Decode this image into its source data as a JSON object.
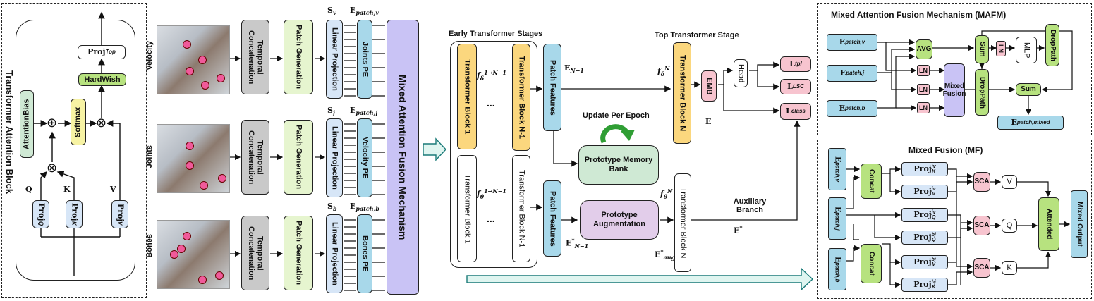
{
  "tab": {
    "title": "Transformer Attention Block",
    "attention_bias": "AttentionBias",
    "softmax": "Softmax",
    "hardwish": "HardWish",
    "proj_top": "Proj",
    "proj_top_sub": "Top",
    "q": "Q",
    "k": "K",
    "v": "V",
    "proj_q": "Proj",
    "proj_q_sub": "Q",
    "proj_k": "Proj",
    "proj_k_sub": "K",
    "proj_v": "Proj",
    "proj_v_sub": "V",
    "plus": "⊕",
    "times": "⊗"
  },
  "streams": [
    {
      "label": "Velocity",
      "s": "S",
      "s_sub": "v",
      "e": "E",
      "e_sub": "patch,v",
      "pe": "Joints PE"
    },
    {
      "label": "Joints",
      "s": "S",
      "s_sub": "j",
      "e": "E",
      "e_sub": "patch,j",
      "pe": "Velocity PE"
    },
    {
      "label": "Bones",
      "s": "S",
      "s_sub": "b",
      "e": "E",
      "e_sub": "patch,b",
      "pe": "Bones PE"
    }
  ],
  "stream_blocks": {
    "temporal": "Temporal Concatenation",
    "patch": "Patch Generation",
    "linear": "Linear Projection"
  },
  "mafm_big": "Mixed Attention Fusion Mechanism",
  "early": {
    "title": "Early Transformer Stages",
    "block1": "Transformer Block 1",
    "blockN1": "Transformer Block N-1",
    "dots": "...",
    "f_delta": "f",
    "f_delta_sub": "δ",
    "f_delta_sup": "1→N−1",
    "f_theta": "f",
    "f_theta_sub": "θ",
    "f_theta_sup": "1→N−1"
  },
  "mid": {
    "patch_features": "Patch Features",
    "e_n1": "E",
    "e_n1_sub": "N−1",
    "e_n1_star": "E",
    "e_n1_star_sup": "*",
    "e_n1_star_sub": "N−1",
    "update": "Update Per Epoch",
    "memory_bank": "Prototype Memory Bank",
    "augmentation": "Prototype Augmentation",
    "top_stage": "Top Transformer Stage",
    "block_n": "Transformer Block N",
    "f_delta_n": "f",
    "f_delta_n_sub": "δ",
    "f_delta_n_sup": "N",
    "f_theta_n": "f",
    "f_theta_n_sub": "θ",
    "f_theta_n_sup": "N",
    "emb": "EMB",
    "head": "Head",
    "e": "E",
    "e_aug": "E",
    "e_aug_sup": "*",
    "e_aug_sub": "aug",
    "aux": "Auxiliary Branch",
    "e_star": "E",
    "e_star_sup": "*",
    "l_tpl": "L",
    "l_tpl_sub": "tpl",
    "l_lsc": "L",
    "l_lsc_sub": "LSC",
    "l_class": "L",
    "l_class_sub": "class"
  },
  "mafm": {
    "title": "Mixed Attention Fusion Mechanism (MAFM)",
    "ev": "E",
    "ev_sub": "patch,v",
    "ej": "E",
    "ej_sub": "patch,j",
    "eb": "E",
    "eb_sub": "patch,b",
    "avg": "AVG",
    "sum1": "Sum",
    "ln": "LN",
    "mlp": "MLP",
    "droppath": "DropPath",
    "mixed_fusion": "Mixed Fusion",
    "droppath2": "DropPath",
    "sum2": "Sum",
    "mixed_out": "E",
    "mixed_out_sub": "patch,mixed"
  },
  "mf": {
    "title": "Mixed Fusion (MF)",
    "ev": "E",
    "ev_sub": "patch,v",
    "ej": "E",
    "ej_sub": "patch,j",
    "eb": "E",
    "eb_sub": "patch,b",
    "concat": "Concat",
    "proj": "Proj",
    "k_jv": "K",
    "k_jv_sup": "jv",
    "v_jv": "V",
    "v_jv_sup": "jv",
    "q_jv": "Q",
    "q_jv_sup": "jv",
    "q_bj": "Q",
    "q_bj_sup": "bj",
    "v_bj": "V",
    "v_bj_sup": "bj",
    "k_bj": "K",
    "k_bj_sup": "bj",
    "sca": "SCA",
    "v": "V",
    "q": "Q",
    "k": "K",
    "attended": "Attended",
    "mixed_output": "Mixed Output"
  }
}
